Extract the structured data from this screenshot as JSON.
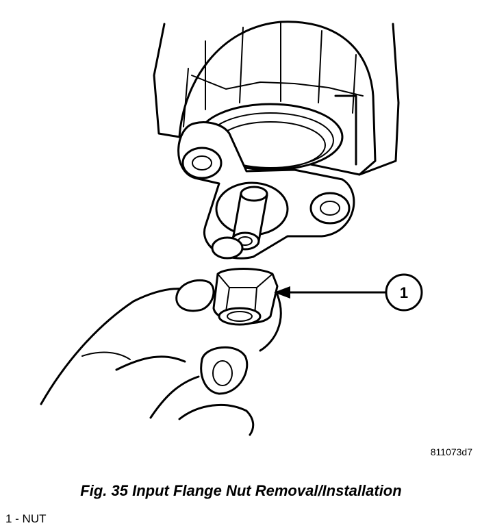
{
  "figure": {
    "callout_number": "1",
    "code": "811073d7",
    "caption": "Fig. 35 Input Flange Nut Removal/Installation",
    "legend": "1 - NUT"
  }
}
